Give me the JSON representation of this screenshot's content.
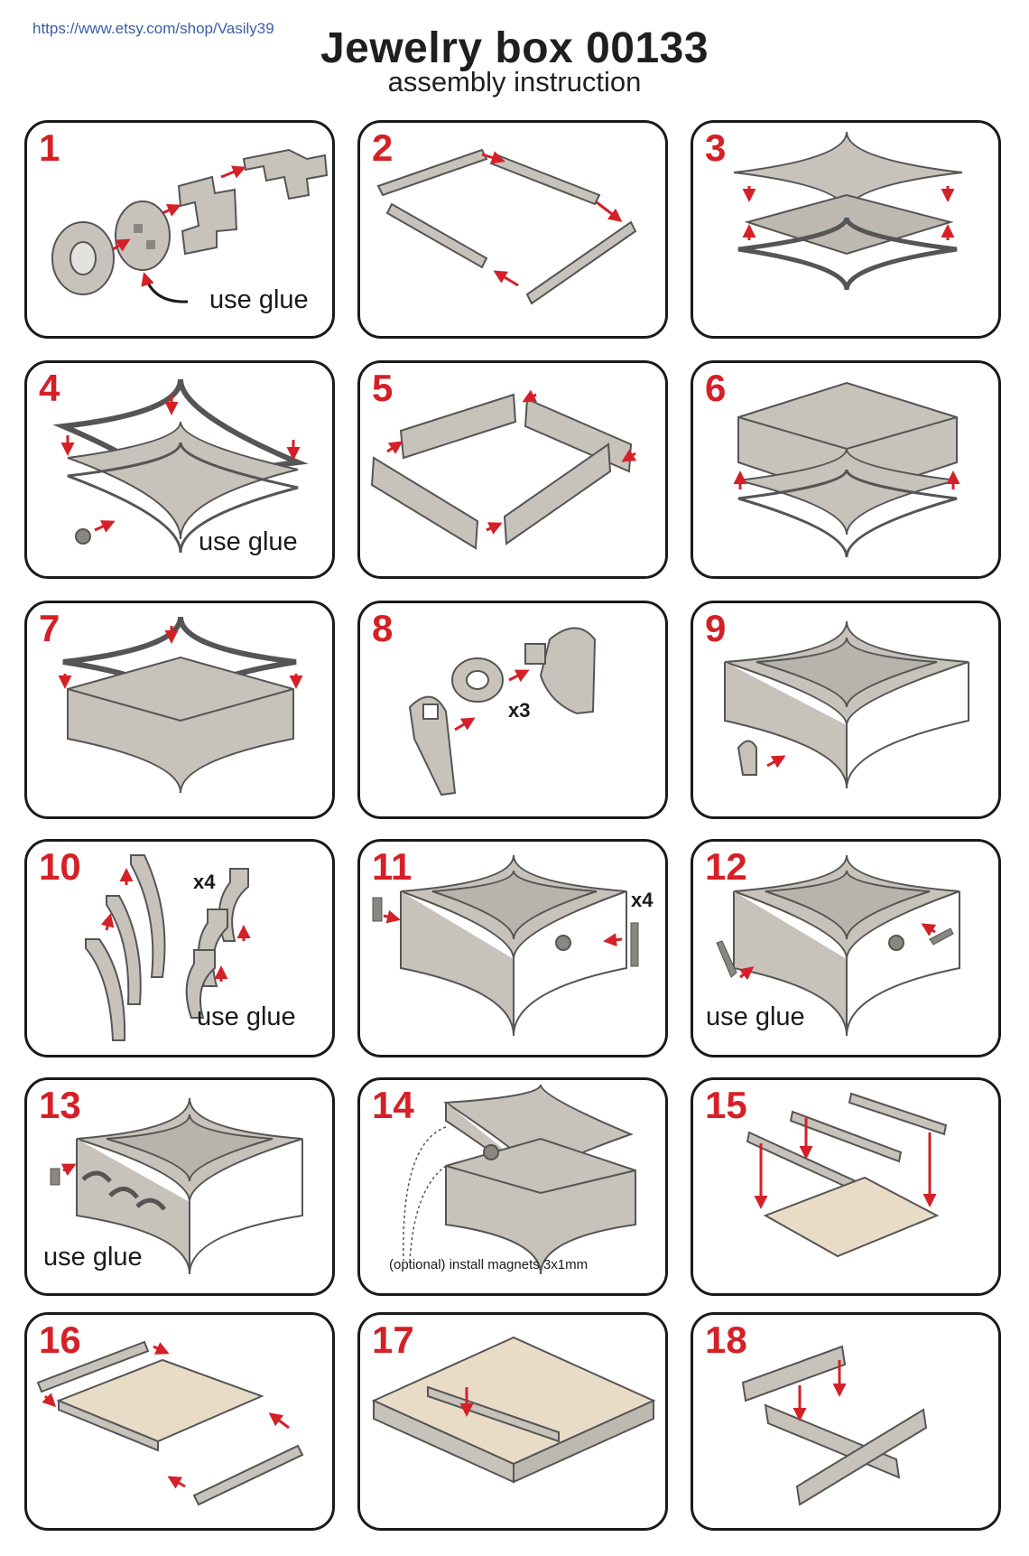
{
  "header": {
    "shop_link": "https://www.etsy.com/shop/Vasily39",
    "title": "Jewelry box 00133",
    "subtitle": "assembly instruction"
  },
  "colors": {
    "accent": "#d52027",
    "part_fill": "#c7c3bb",
    "wood_fill": "#e9dcc6",
    "outline": "#1a1a1a"
  },
  "steps": [
    {
      "number": "1",
      "caption": "use glue"
    },
    {
      "number": "2"
    },
    {
      "number": "3"
    },
    {
      "number": "4",
      "caption": "use glue"
    },
    {
      "number": "5"
    },
    {
      "number": "6"
    },
    {
      "number": "7"
    },
    {
      "number": "8",
      "multiplier": "x3"
    },
    {
      "number": "9"
    },
    {
      "number": "10",
      "multiplier": "x4",
      "caption": "use glue"
    },
    {
      "number": "11",
      "multiplier": "x4"
    },
    {
      "number": "12",
      "caption": "use glue"
    },
    {
      "number": "13",
      "caption": "use glue"
    },
    {
      "number": "14",
      "note": "(optional) install magnets 3x1mm"
    },
    {
      "number": "15"
    },
    {
      "number": "16"
    },
    {
      "number": "17"
    },
    {
      "number": "18"
    }
  ]
}
